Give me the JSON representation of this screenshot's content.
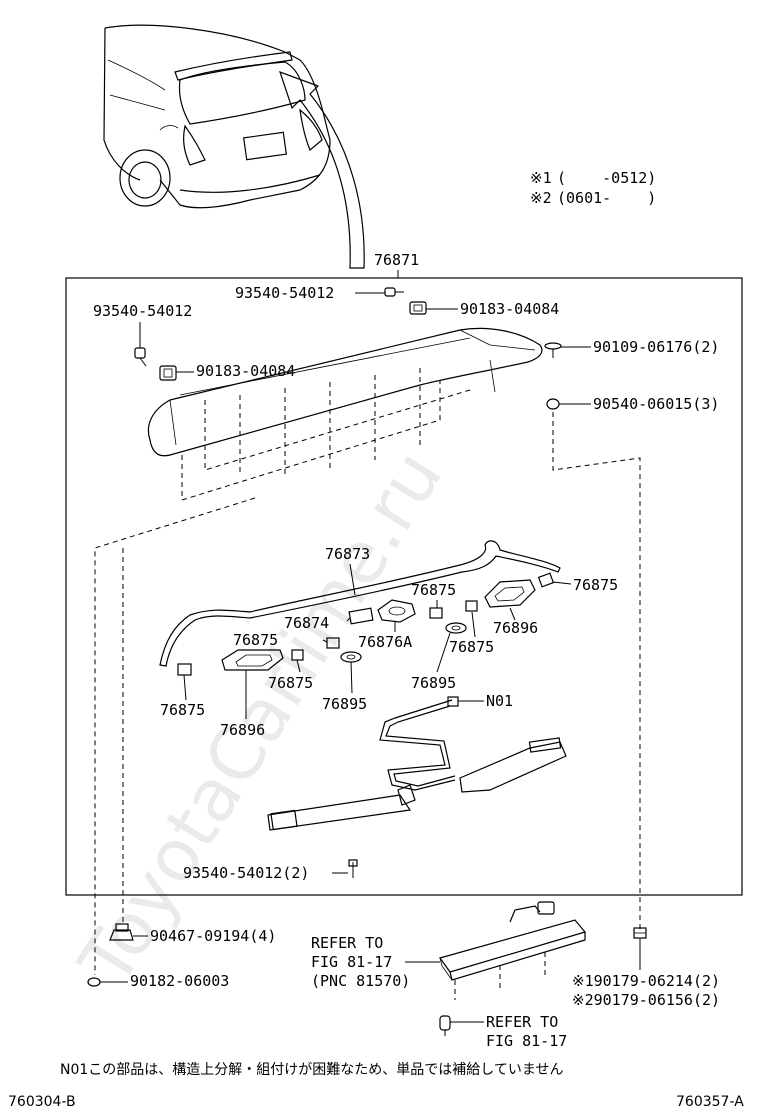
{
  "watermark": "ToyotaCarlime.ru",
  "legend": {
    "note1_mark": "※1",
    "note1_range": "(    -0512)",
    "note2_mark": "※2",
    "note2_range": "(0601-    )"
  },
  "callouts": {
    "c76871": "76871",
    "c93540_top": "93540-54012",
    "c90183_top": "90183-04084",
    "c93540_left": "93540-54012",
    "c90183_left": "90183-04084",
    "c90109": "90109-06176(2)",
    "c90540": "90540-06015(3)",
    "c76873": "76873",
    "c76875_a": "76875",
    "c76875_b": "76875",
    "c76874": "76874",
    "c76876A": "76876A",
    "c76896_right": "76896",
    "c76875_c": "76875",
    "c76875_d": "76875",
    "c76875_e": "76875",
    "c76875_f": "76875",
    "c76895_right": "76895",
    "c76895_left": "76895",
    "c76896_left": "76896",
    "cN01": "N01",
    "c93540_bottom": "93540-54012(2)",
    "c90467": "90467-09194(4)",
    "c90182": "90182-06003",
    "c190179": "※190179-06214(2)",
    "c290179": "※290179-06156(2)"
  },
  "refer1": {
    "line1": "REFER TO",
    "line2": "FIG 81-17",
    "line3": "(PNC 81570)"
  },
  "refer2": {
    "line1": "REFER TO",
    "line2": "FIG 81-17"
  },
  "footnote": "N01この部品は、構造上分解・組付けが困難なため、単品では補給していません",
  "codes": {
    "left": "760304-B",
    "right": "760357-A"
  }
}
